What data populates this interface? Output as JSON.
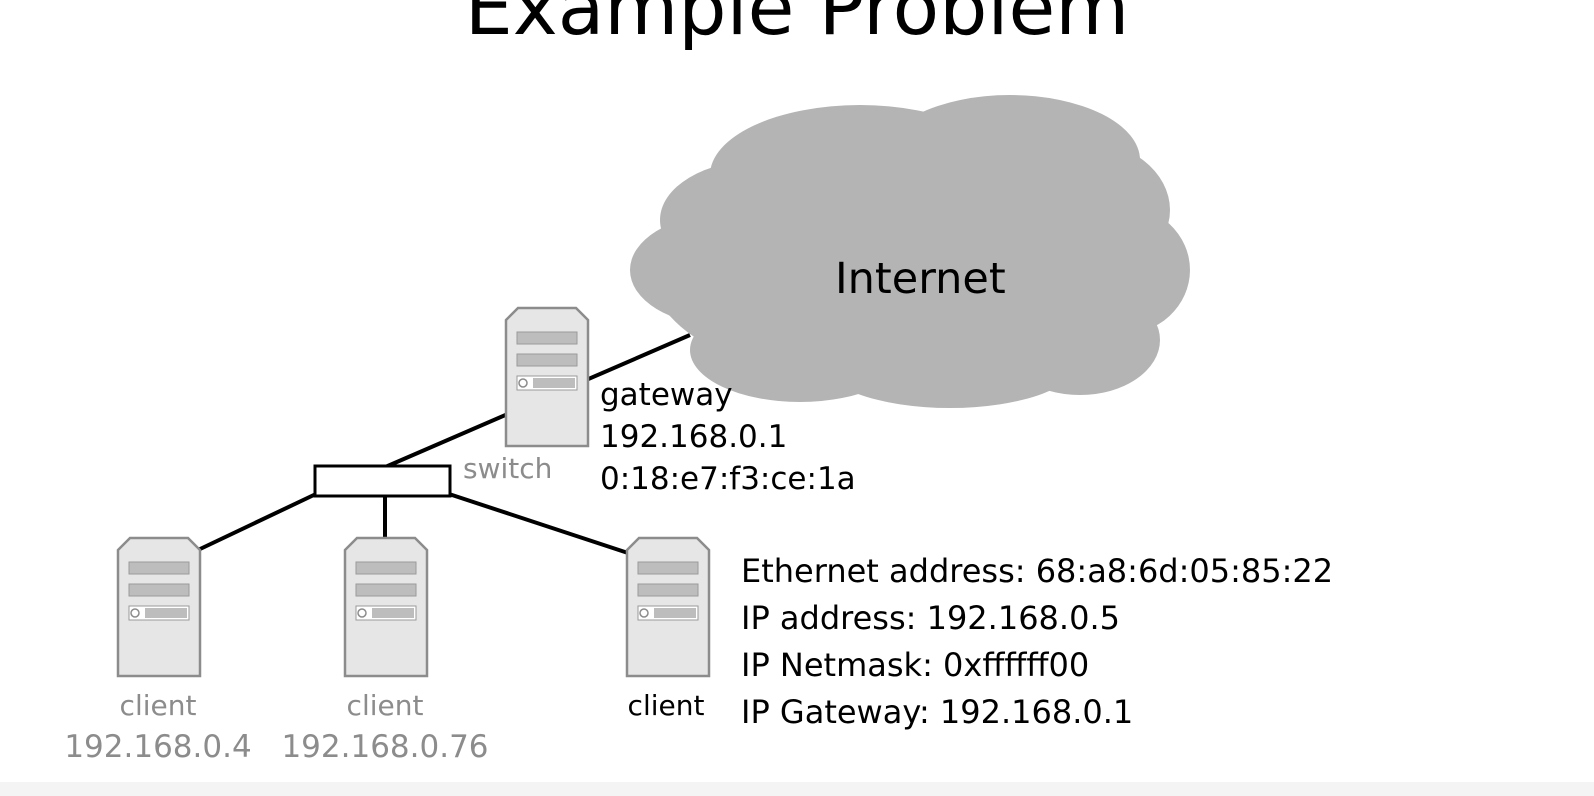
{
  "slide": {
    "title": "Example Problem"
  },
  "cloud": {
    "label": "Internet",
    "color": "#b4b4b4"
  },
  "gateway": {
    "name": "gateway",
    "ip": "192.168.0.1",
    "mac": "0:18:e7:f3:ce:1a"
  },
  "switch": {
    "label": "switch"
  },
  "clients": [
    {
      "label": "client",
      "ip": "192.168.0.4",
      "dimmed": true
    },
    {
      "label": "client",
      "ip": "192.168.0.76",
      "dimmed": true
    },
    {
      "label": "client",
      "ip": "",
      "dimmed": false
    }
  ],
  "client_info": {
    "ethernet": "Ethernet address: 68:a8:6d:05:85:22",
    "ip": "IP address: 192.168.0.5",
    "netmask": "IP Netmask: 0xffffff00",
    "gateway": "IP Gateway: 192.168.0.1"
  },
  "colors": {
    "dimmed_text": "#8c8c8c",
    "server_fill": "#e6e6e6",
    "server_stroke": "#8c8c8c"
  }
}
